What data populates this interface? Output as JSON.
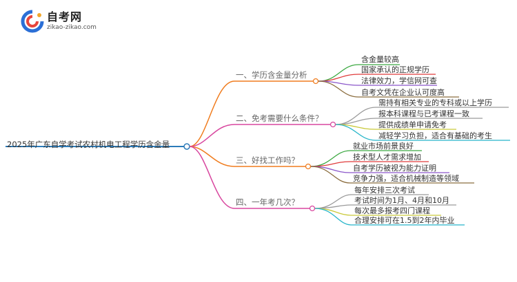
{
  "logo": {
    "name": "自考网",
    "domain": "zikao-zikao.com"
  },
  "root": "2025年广东自学考试农村机电工程学历含金量",
  "branches": [
    {
      "label": "一、学历含金量分析",
      "color": "#f07c1e",
      "children": [
        {
          "label": "含金量较高",
          "color": "#3ba840"
        },
        {
          "label": "国家承认的正规学历",
          "color": "#e03a3a"
        },
        {
          "label": "法律效力，学信网可查",
          "color": "#8a55c9"
        },
        {
          "label": "自考文凭在企业认可度高",
          "color": "#8b6d3e"
        }
      ]
    },
    {
      "label": "二、免考需要什么条件？",
      "color": "#d8479f",
      "children": [
        {
          "label": "需持有相关专业的专科或以上学历",
          "color": "#9a9a9a"
        },
        {
          "label": "报本科课程与已考课程一致",
          "color": "#9a9a9a"
        },
        {
          "label": "提供成绩单申请免考",
          "color": "#c9c93a"
        },
        {
          "label": "减轻学习负担，适合有基础的考生",
          "color": "#26b5c9"
        }
      ]
    },
    {
      "label": "三、好找工作吗？",
      "color": "#f07c1e",
      "children": [
        {
          "label": "就业市场前景良好",
          "color": "#3ba840"
        },
        {
          "label": "技术型人才需求增加",
          "color": "#e03a3a"
        },
        {
          "label": "自考学历被视为能力证明",
          "color": "#8a55c9"
        },
        {
          "label": "竞争力强，适合机械制造等领域",
          "color": "#8b6d3e"
        }
      ]
    },
    {
      "label": "四、一年考几次？",
      "color": "#d8479f",
      "children": [
        {
          "label": "每年安排三次考试",
          "color": "#9a9a9a"
        },
        {
          "label": "考试时间为1月、4月和10月",
          "color": "#9a9a9a"
        },
        {
          "label": "每次最多报考四门课程",
          "color": "#c9c93a"
        },
        {
          "label": "合理安排可在1.5到2年内毕业",
          "color": "#26b5c9"
        }
      ]
    }
  ]
}
